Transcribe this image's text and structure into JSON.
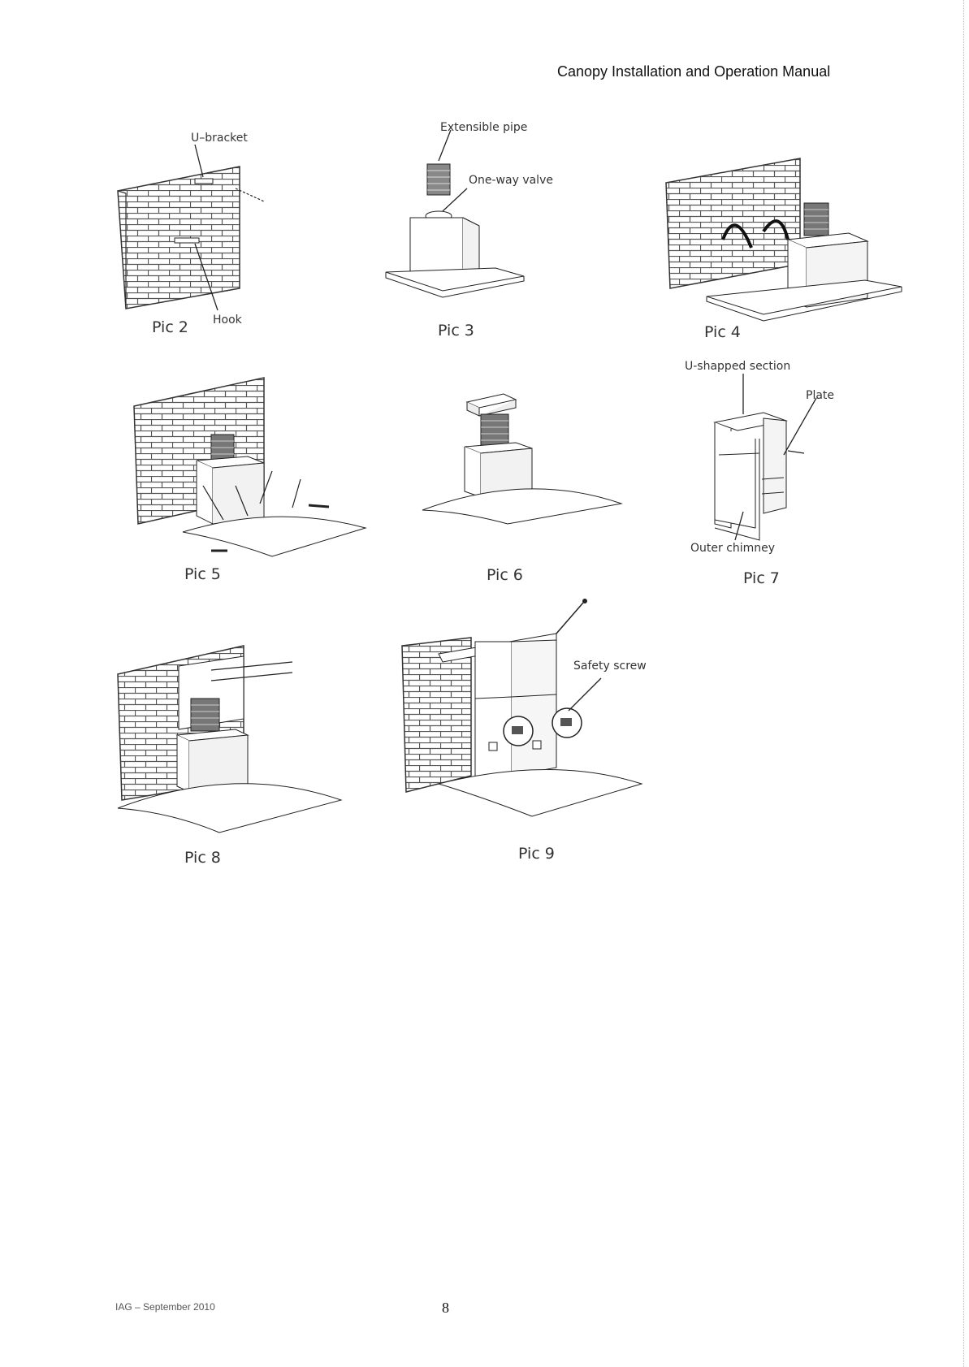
{
  "header": {
    "title": "Canopy Installation and Operation Manual"
  },
  "figures": {
    "pic2": {
      "caption": "Pic  2",
      "labels": {
        "u_bracket": "U–bracket",
        "hook": "Hook"
      }
    },
    "pic3": {
      "caption": "Pic  3",
      "labels": {
        "extensible_pipe": "Extensible pipe",
        "one_way_valve": "One-way valve"
      }
    },
    "pic4": {
      "caption": "Pic  4"
    },
    "pic5": {
      "caption": "Pic  5"
    },
    "pic6": {
      "caption": "Pic  6"
    },
    "pic7": {
      "caption": "Pic  7",
      "labels": {
        "u_shaped_section": "U-shapped section",
        "plate": "Plate",
        "outer_chimney": "Outer chimney"
      }
    },
    "pic8": {
      "caption": "Pic 8"
    },
    "pic9": {
      "caption": "Pic 9",
      "labels": {
        "safety_screw": "Safety  screw"
      }
    }
  },
  "footer": {
    "left": "IAG – September 2010",
    "page_number": "8"
  }
}
